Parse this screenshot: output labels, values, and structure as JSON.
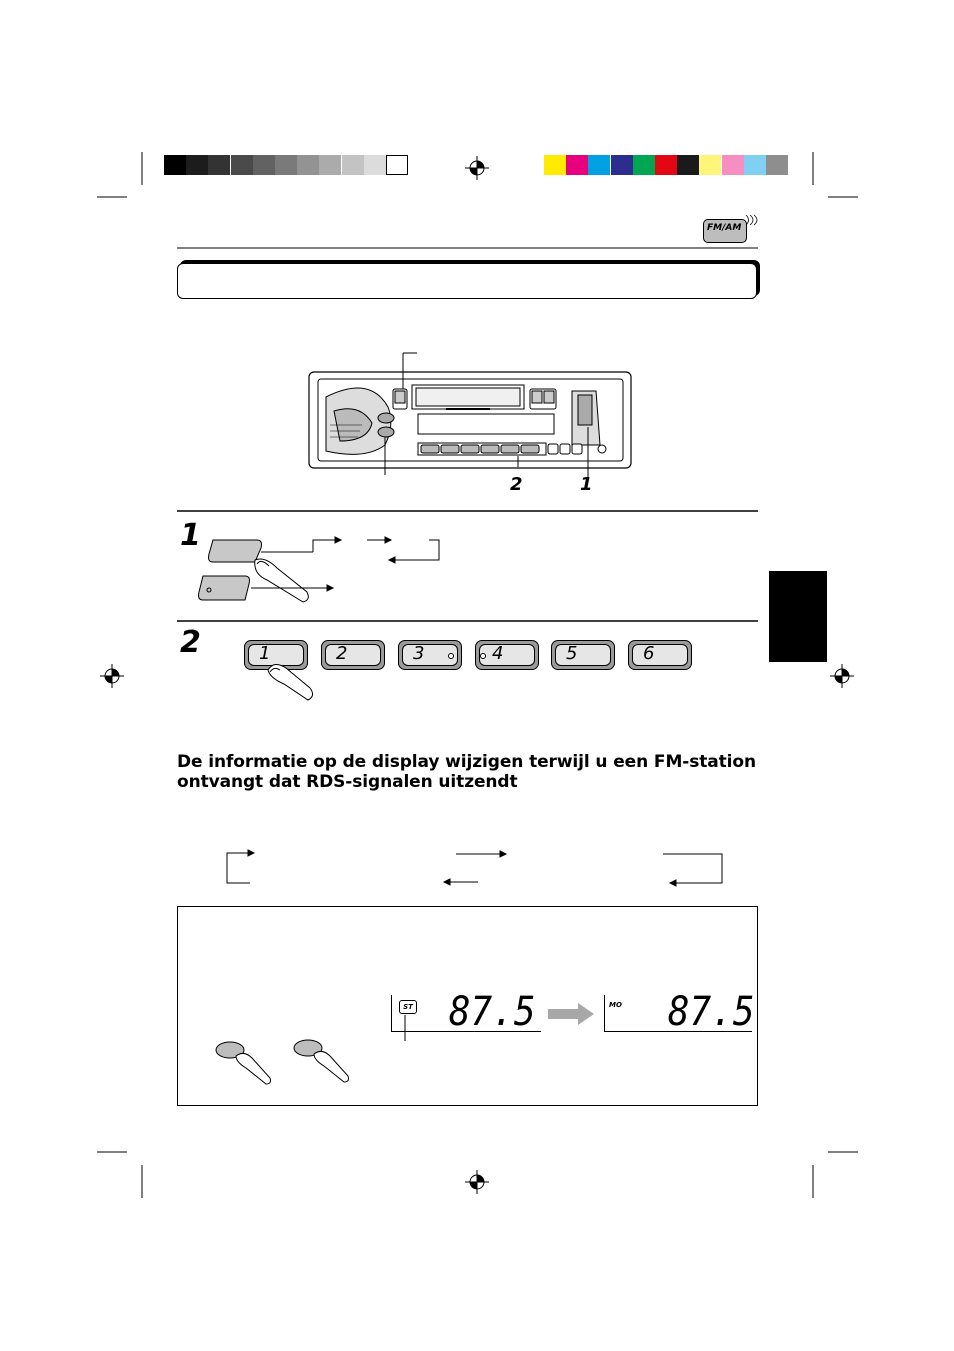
{
  "colors": {
    "gray_bar": [
      "#000000",
      "#1c1c1c",
      "#333333",
      "#4a4a4a",
      "#626262",
      "#7a7a7a",
      "#939393",
      "#ababab",
      "#c3c3c3",
      "#dcdcdc",
      "#ffffff"
    ],
    "color_bar": [
      "#ffea00",
      "#e6007e",
      "#00a0e3",
      "#2b2d8f",
      "#00a651",
      "#e30613",
      "#1a1a1a",
      "#fff57a",
      "#f58ec1",
      "#7fd0f3",
      "#8e8e8e"
    ],
    "side_tab": "#000000"
  },
  "header": {
    "logo_text": "FM/AM",
    "logo_icon": "fm-am-radio-icon"
  },
  "callouts": {
    "preset_callout": "2",
    "band_callout": "1"
  },
  "step1": {
    "number": "1"
  },
  "step2": {
    "number": "2",
    "presets": [
      "1",
      "2",
      "3",
      "4",
      "5",
      "6"
    ]
  },
  "section": {
    "heading": "De informatie op de display wijzigen terwijl u een FM-station ontvangt dat RDS-signalen uitzendt"
  },
  "display": {
    "indicator_left": "ST",
    "indicator_right": "MO",
    "frequency_left": "87.5",
    "frequency_right": "87.5"
  }
}
